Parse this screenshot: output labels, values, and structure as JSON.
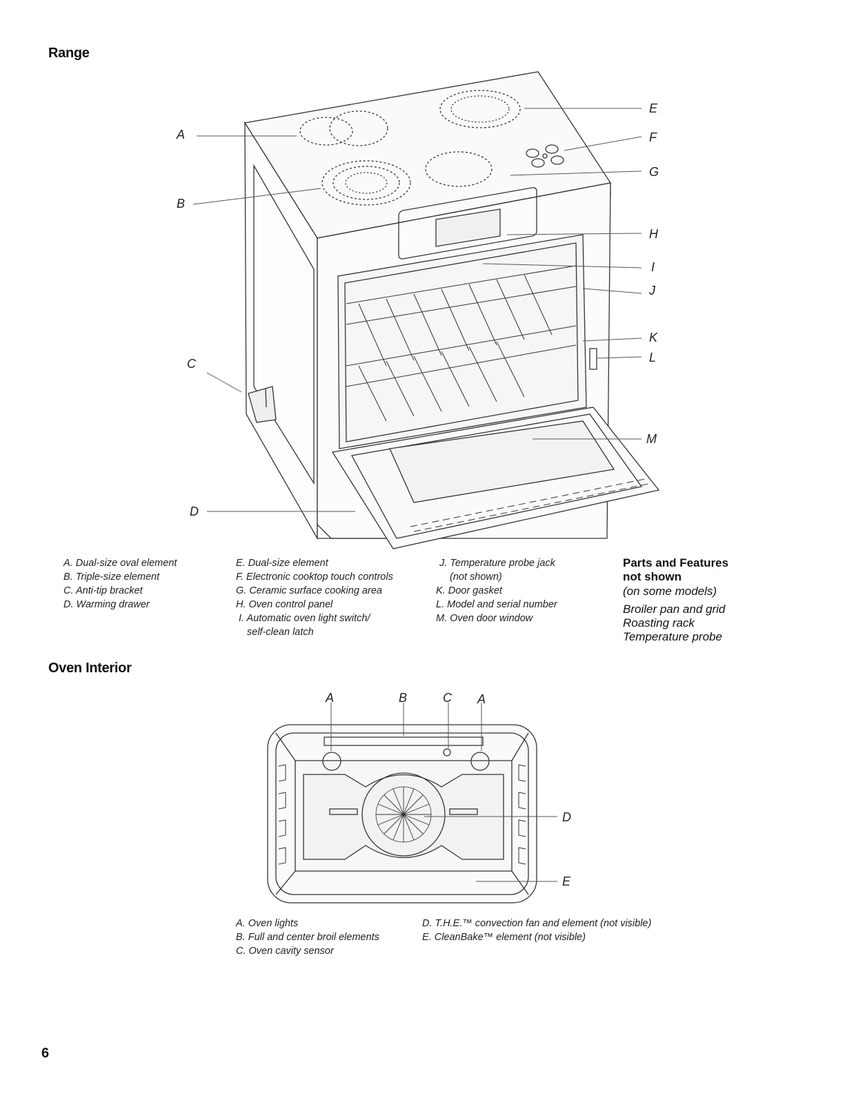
{
  "range": {
    "heading": "Range",
    "callouts": [
      "A",
      "B",
      "C",
      "D",
      "E",
      "F",
      "G",
      "H",
      "I",
      "J",
      "K",
      "L",
      "M"
    ],
    "captions_col1": [
      "A. Dual-size oval element",
      "B. Triple-size element",
      "C. Anti-tip bracket",
      "D. Warming drawer"
    ],
    "captions_col2": [
      "E. Dual-size element",
      "F. Electronic cooktop touch controls",
      "G. Ceramic surface cooking area",
      "H. Oven control panel",
      "I. Automatic oven light switch/",
      "self-clean latch"
    ],
    "captions_col3": [
      "J. Temperature probe jack",
      "(not shown)",
      "K. Door gasket",
      "L. Model and serial number",
      "M. Oven door window"
    ]
  },
  "parts_not_shown": {
    "title_line1": "Parts and Features",
    "title_line2": "not shown",
    "subtitle": "(on some models)",
    "items": [
      "Broiler pan and grid",
      "Roasting rack",
      "Temperature probe"
    ]
  },
  "oven_interior": {
    "heading": "Oven Interior",
    "callouts": [
      "A",
      "B",
      "C",
      "A",
      "D",
      "E"
    ],
    "captions_col1": [
      "A. Oven lights",
      "B. Full and center broil elements",
      "C. Oven cavity sensor"
    ],
    "captions_col2": [
      "D. T.H.E.™ convection fan and element (not visible)",
      "E. CleanBake™ element (not visible)"
    ]
  },
  "page_number": "6"
}
